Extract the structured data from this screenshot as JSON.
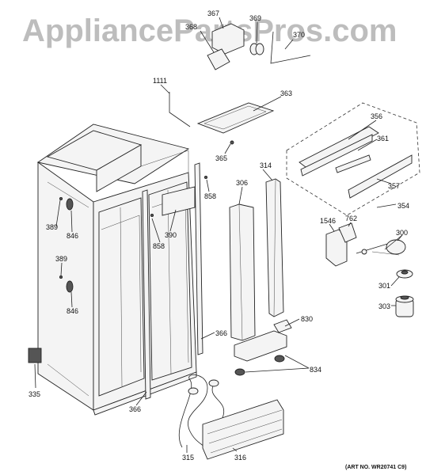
{
  "watermark": "AppliancePartsPros.com",
  "art_number": "(ART NO. WR20741 C9)",
  "callouts": [
    {
      "id": "c367",
      "text": "367"
    },
    {
      "id": "c368",
      "text": "368"
    },
    {
      "id": "c369",
      "text": "369"
    },
    {
      "id": "c370",
      "text": "370"
    },
    {
      "id": "c1111",
      "text": "1111"
    },
    {
      "id": "c363",
      "text": "363"
    },
    {
      "id": "c365",
      "text": "365"
    },
    {
      "id": "c356",
      "text": "356"
    },
    {
      "id": "c361",
      "text": "361"
    },
    {
      "id": "c357",
      "text": "357"
    },
    {
      "id": "c354",
      "text": "354"
    },
    {
      "id": "c314",
      "text": "314"
    },
    {
      "id": "c306",
      "text": "306"
    },
    {
      "id": "c858a",
      "text": "858"
    },
    {
      "id": "c858b",
      "text": "858"
    },
    {
      "id": "c390",
      "text": "390"
    },
    {
      "id": "c389a",
      "text": "389"
    },
    {
      "id": "c846a",
      "text": "846"
    },
    {
      "id": "c389b",
      "text": "389"
    },
    {
      "id": "c846b",
      "text": "846"
    },
    {
      "id": "c1546",
      "text": "1546"
    },
    {
      "id": "c762",
      "text": "762"
    },
    {
      "id": "c300",
      "text": "300"
    },
    {
      "id": "c301",
      "text": "301"
    },
    {
      "id": "c303",
      "text": "303"
    },
    {
      "id": "c830",
      "text": "830"
    },
    {
      "id": "c366a",
      "text": "366"
    },
    {
      "id": "c834",
      "text": "834"
    },
    {
      "id": "c335",
      "text": "335"
    },
    {
      "id": "c366b",
      "text": "366"
    },
    {
      "id": "c315",
      "text": "315"
    },
    {
      "id": "c316",
      "text": "316"
    }
  ]
}
